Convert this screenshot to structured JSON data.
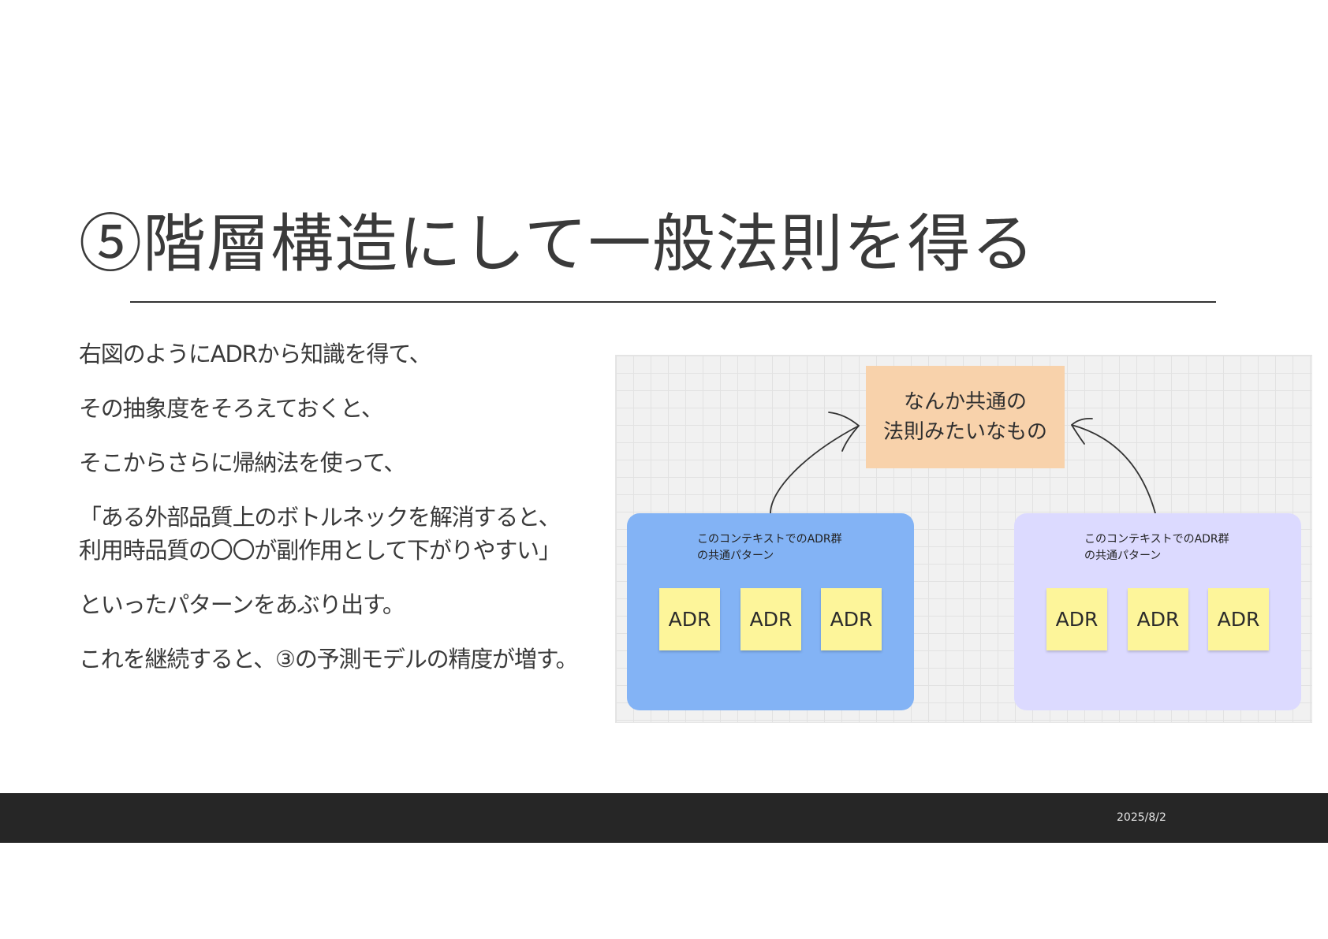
{
  "title": "⑤階層構造にして一般法則を得る",
  "paragraphs": [
    "右図のようにADRから知識を得て、",
    "その抽象度をそろえておくと、",
    "そこからさらに帰納法を使って、",
    "「ある外部品質上のボトルネックを解消すると、\n利用時品質の〇〇が副作用として下がりやすい」",
    "といったパターンをあぶり出す。",
    "これを継続すると、③の予測モデルの精度が増す。"
  ],
  "diagram": {
    "top_note": "なんか共通の\n法則みたいなもの",
    "groups": [
      {
        "label": "このコンテキストでのADR群\nの共通パターン",
        "color": "#83b3f5",
        "stickies": [
          "ADR",
          "ADR",
          "ADR"
        ]
      },
      {
        "label": "このコンテキストでのADR群\nの共通パターン",
        "color": "#dcdaff",
        "stickies": [
          "ADR",
          "ADR",
          "ADR"
        ]
      }
    ],
    "sticky_color": "#fdf59a",
    "note_color": "#f8d2ab"
  },
  "footer": {
    "date": "2025/8/2"
  }
}
